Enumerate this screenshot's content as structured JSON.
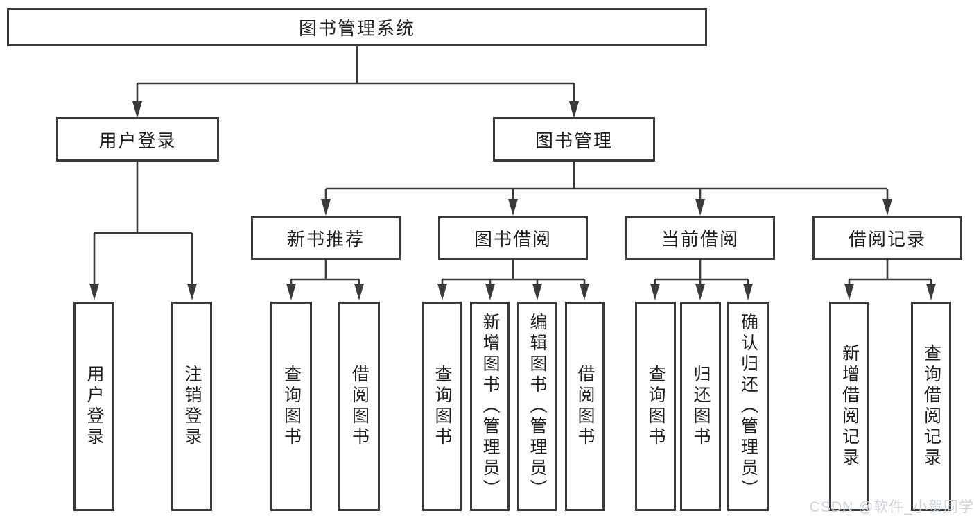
{
  "colors": {
    "line": "#3a3a3a",
    "box_border": "#3a3a3a",
    "text": "#1f1f1f",
    "background": "#ffffff",
    "watermark": "#ccd2db"
  },
  "tree": {
    "root": {
      "label": "图书管理系统",
      "children": [
        {
          "label": "用户登录",
          "children": [
            {
              "label": "用户登录"
            },
            {
              "label": "注销登录"
            }
          ]
        },
        {
          "label": "图书管理",
          "children": [
            {
              "label": "新书推荐",
              "children": [
                {
                  "label": "查询图书"
                },
                {
                  "label": "借阅图书"
                }
              ]
            },
            {
              "label": "图书借阅",
              "children": [
                {
                  "label": "查询图书"
                },
                {
                  "label": "新增图书（管理员）"
                },
                {
                  "label": "编辑图书（管理员）"
                },
                {
                  "label": "借阅图书"
                }
              ]
            },
            {
              "label": "当前借阅",
              "children": [
                {
                  "label": "查询图书"
                },
                {
                  "label": "归还图书"
                },
                {
                  "label": "确认归还（管理员）"
                }
              ]
            },
            {
              "label": "借阅记录",
              "children": [
                {
                  "label": "新增借阅记录"
                },
                {
                  "label": "查询借阅记录"
                }
              ]
            }
          ]
        }
      ]
    }
  },
  "watermark": {
    "text": "CSDN @软件_小贺同学"
  }
}
